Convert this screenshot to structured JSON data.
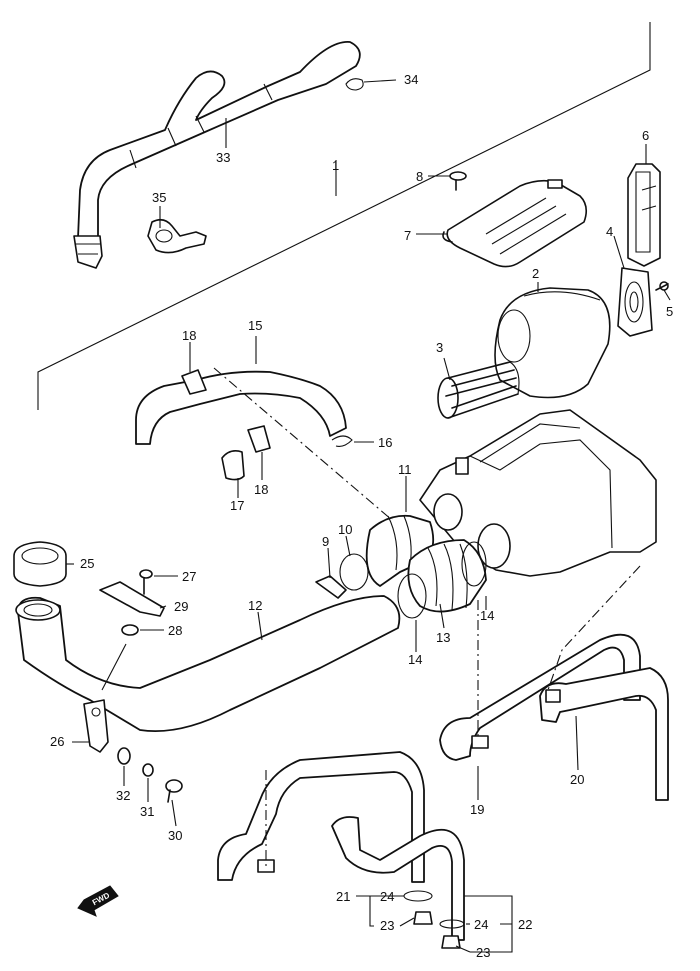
{
  "callouts": {
    "c1": "1",
    "c2": "2",
    "c3": "3",
    "c4": "4",
    "c5": "5",
    "c6": "6",
    "c7": "7",
    "c8": "8",
    "c9": "9",
    "c10": "10",
    "c11": "11",
    "c12": "12",
    "c13": "13",
    "c14a": "14",
    "c14b": "14",
    "c15": "15",
    "c16": "16",
    "c17": "17",
    "c18a": "18",
    "c18b": "18",
    "c19": "19",
    "c20": "20",
    "c21": "21",
    "c22": "22",
    "c23a": "23",
    "c23b": "23",
    "c24a": "24",
    "c24b": "24",
    "c25": "25",
    "c26": "26",
    "c27": "27",
    "c28": "28",
    "c29": "29",
    "c30": "30",
    "c31": "31",
    "c32": "32",
    "c33": "33",
    "c34": "34",
    "c35": "35"
  },
  "fwd_marker": {
    "label": "FWD"
  }
}
